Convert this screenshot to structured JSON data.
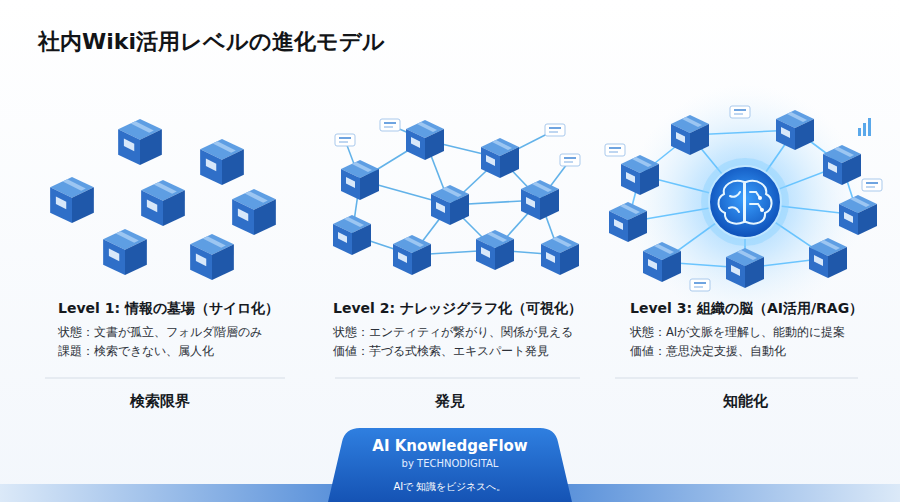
{
  "diagram": {
    "title": "社内Wiki活用レベルの進化モデル",
    "nodes": [
      {
        "text": [
          "AI KnowledgeFlow",
          "by TECHNODIGITAL",
          "AIで 知識をビジネスへ。"
        ]
      }
    ],
    "labels": [
      "Level 1: 情報の墓場（サイロ化）",
      "状態：文書が孤立、フォルダ階層のみ",
      "課題：検索できない、属人化",
      "検索限界",
      "Level 2: ナレッジグラフ化（可視化）",
      "状態：エンティティが繋がり、関係が見える",
      "価値：芋づる式検索、エキスパート発見",
      "発見",
      "Level 3: 組織の脳（AI活用/RAG）",
      "状態：AIが文脈を理解し、能動的に提案",
      "価値：意思決定支援、自動化",
      "知能化"
    ]
  }
}
